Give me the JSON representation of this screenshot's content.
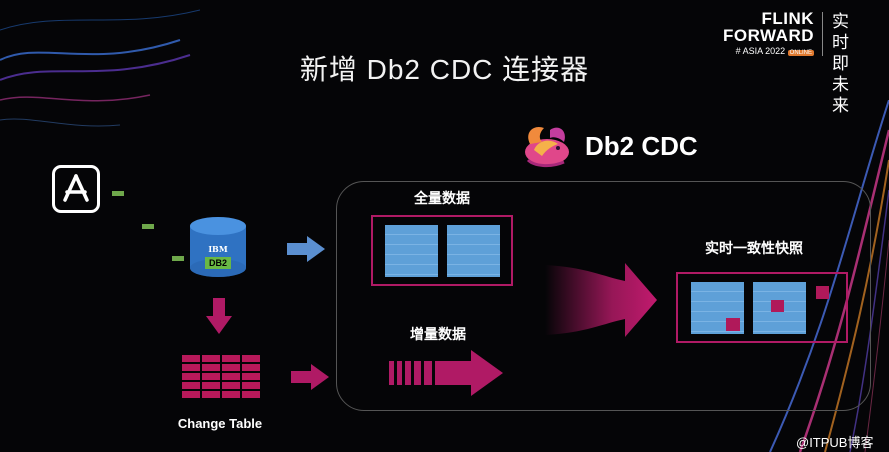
{
  "title": "新增 Db2 CDC 连接器",
  "brand": {
    "line1": "FLINK",
    "line2": "FORWARD",
    "sub": "# ASIA 2022",
    "online_badge": "ONLINE",
    "cn_line1": "实时即",
    "cn_line2": "未来"
  },
  "connector": {
    "label": "Db2 CDC",
    "logo_icon": "flink-squirrel-icon"
  },
  "source": {
    "app_icon": "app-store-icon",
    "db_vendor": "IBM",
    "db_name": "DB2",
    "change_table_label": "Change Table"
  },
  "flow": {
    "full_data_label": "全量数据",
    "incremental_label": "增量数据",
    "snapshot_label": "实时一致性快照"
  },
  "colors": {
    "accent_magenta": "#b01a65",
    "snapshot_blue": "#5ea0d8",
    "arrow_blue": "#5b8fd0",
    "dash_green": "#6fa84b"
  },
  "watermark": "@ITPUB博客"
}
